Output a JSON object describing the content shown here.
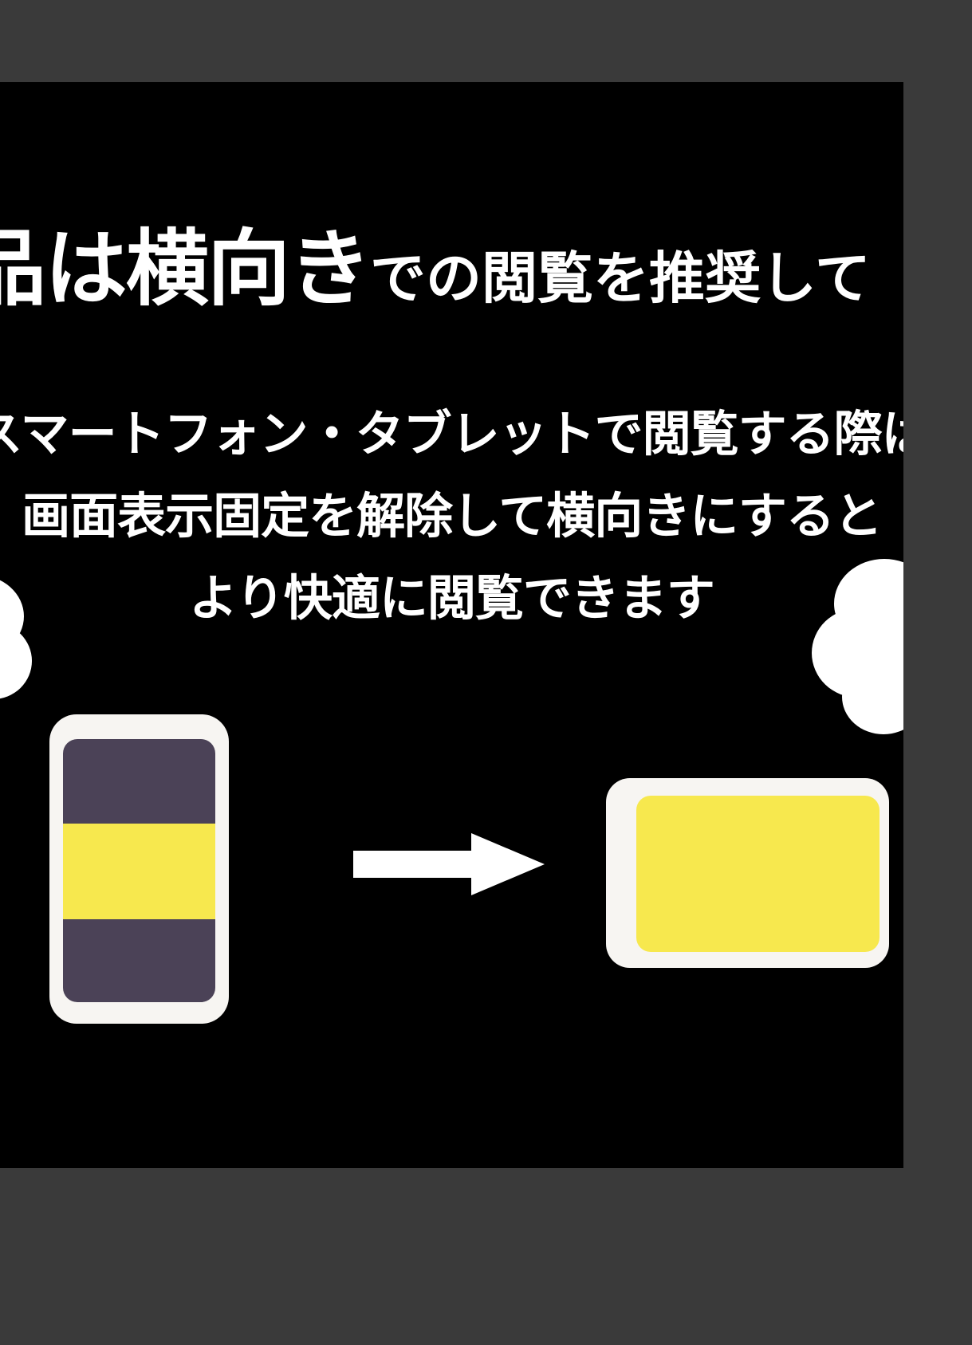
{
  "viewer": {
    "background_color": "#3a3a3a",
    "page_background_color": "#000000",
    "page_label": "landscape-viewing-notice-page"
  },
  "headline": {
    "full_text": "品は横向きでの閲覧して",
    "segment_before": "品は",
    "segment_emphasis": "横向き",
    "segment_after": "での閲覧を推奨して",
    "color": "#ffffff",
    "note": "text is cropped at both left and right edges of the page"
  },
  "body": {
    "lines": [
      "スマートフォン・タブレットで閲覧する際は",
      "画面表示固定を解除して横向きにすると",
      "より快適に閲覧できます"
    ],
    "color": "#ffffff"
  },
  "illustration": {
    "phone": {
      "label": "portrait-phone",
      "frame_color": "#f7f5f2",
      "screen_bands": [
        {
          "name": "top-band",
          "color": "#4b4257"
        },
        {
          "name": "middle-band",
          "color": "#f7e84e"
        },
        {
          "name": "bottom-band",
          "color": "#4b4257"
        }
      ]
    },
    "arrow": {
      "label": "rightward-arrow",
      "direction": "right",
      "color": "#ffffff"
    },
    "tablet": {
      "label": "landscape-tablet",
      "frame_color": "#f7f5f2",
      "screen_color": "#f7e84e"
    },
    "bubbles": [
      {
        "name": "thought-bubble-left",
        "color": "#ffffff"
      },
      {
        "name": "thought-bubble-right",
        "color": "#ffffff"
      }
    ]
  },
  "colors": {
    "accent_yellow": "#f7e84e",
    "accent_purple": "#4b4257",
    "page_black": "#000000",
    "chrome_gray": "#3a3a3a",
    "text_white": "#ffffff",
    "device_white": "#f7f5f2"
  }
}
